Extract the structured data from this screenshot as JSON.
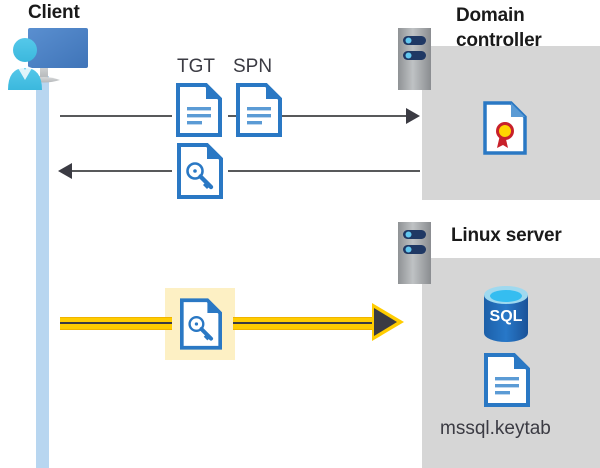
{
  "diagram": {
    "type": "kerberos-authentication-flow",
    "background": "#ffffff",
    "colors": {
      "panel_gray": "#d6d6d6",
      "lifeline_blue": "#b8d6f0",
      "doc_blue": "#2a78c4",
      "arrow_dark": "#3b3b43",
      "highlight_yellow": "#ffcc00",
      "highlight_box": "#fdf0c4",
      "sql_blue": "#1d62ad",
      "seal_red": "#c8202a",
      "seal_yellow": "#ffd400"
    }
  },
  "client": {
    "title": "Client",
    "icon_name": "client-computer-user-icon",
    "lifeline_name": "client-lifeline"
  },
  "domain_controller": {
    "title": "Domain\ncontroller",
    "title_line1": "Domain",
    "title_line2": "controller",
    "server_icon": "server-rack-icon",
    "contents": [
      {
        "icon": "certificate-document-icon",
        "label": ""
      }
    ]
  },
  "linux_server": {
    "title": "Linux server",
    "server_icon": "server-rack-icon",
    "contents": [
      {
        "icon": "sql-database-icon",
        "label": "SQL"
      },
      {
        "icon": "keytab-document-icon",
        "label": "mssql.keytab"
      }
    ]
  },
  "flows": [
    {
      "id": "request",
      "direction": "client-to-domain-controller",
      "style": "solid-dark",
      "labels": [
        "TGT",
        "SPN"
      ],
      "icons": [
        "tgt-document-icon",
        "spn-document-icon"
      ]
    },
    {
      "id": "response",
      "direction": "domain-controller-to-client",
      "style": "solid-dark",
      "labels": [],
      "icons": [
        "service-ticket-key-document-icon"
      ]
    },
    {
      "id": "service-ticket-presented",
      "direction": "client-to-linux-server",
      "style": "highlighted-yellow",
      "labels": [],
      "icons": [
        "service-ticket-key-document-icon"
      ],
      "highlighted": true
    }
  ],
  "labels": {
    "tgt": "TGT",
    "spn": "SPN",
    "sql": "SQL",
    "keytab_file": "mssql.keytab"
  }
}
